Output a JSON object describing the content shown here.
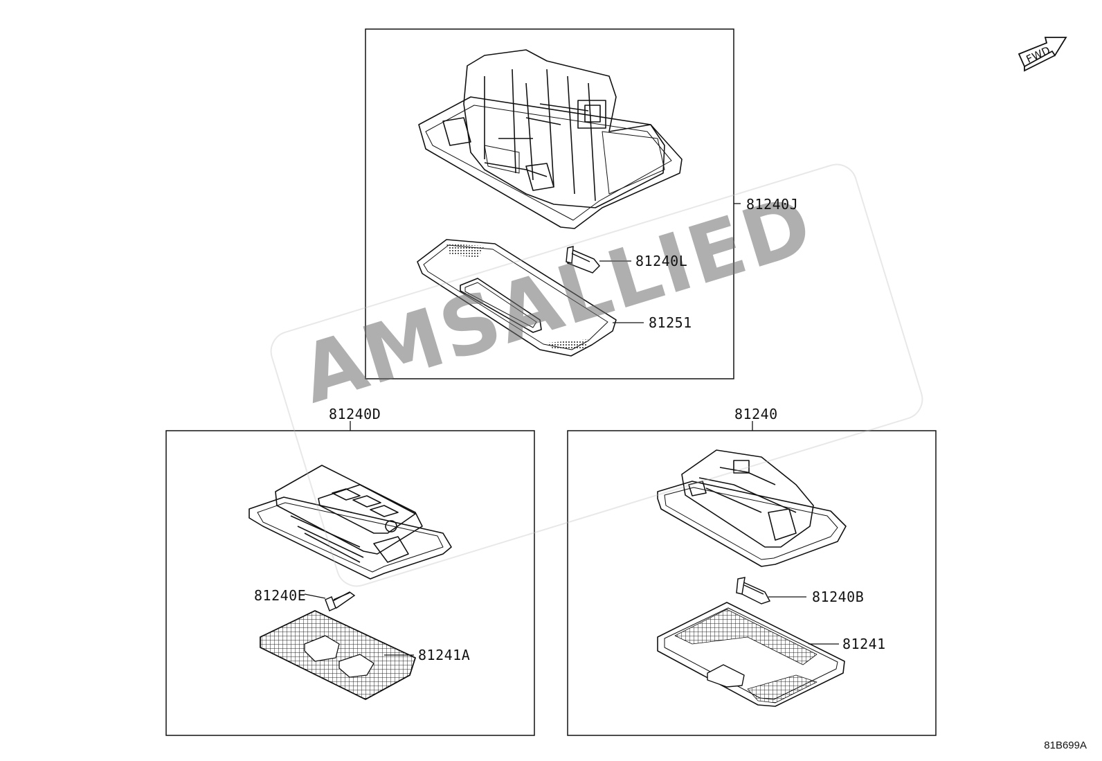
{
  "diagram": {
    "reference_code": "81B699A",
    "fwd_label": "FWD",
    "watermark": "AMSALLIED",
    "groups": [
      {
        "label": "81240J"
      },
      {
        "label": "81240D"
      },
      {
        "label": "81240"
      }
    ],
    "parts": [
      {
        "label": "81240L"
      },
      {
        "label": "81251"
      },
      {
        "label": "81240E"
      },
      {
        "label": "81241A"
      },
      {
        "label": "81240B"
      },
      {
        "label": "81241"
      }
    ]
  }
}
